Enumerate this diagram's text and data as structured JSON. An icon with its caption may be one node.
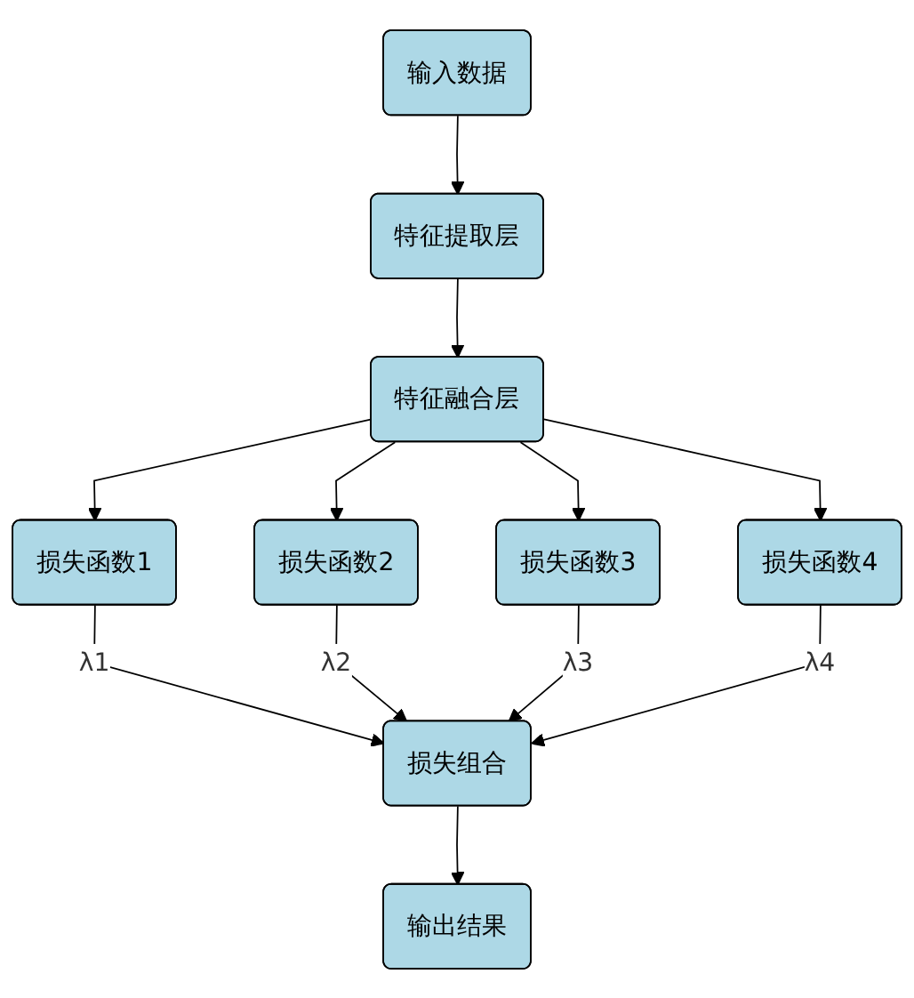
{
  "diagram": {
    "nodes": [
      {
        "text": [
          "输入数据"
        ]
      },
      {
        "text": [
          "特征提取层"
        ]
      },
      {
        "text": [
          "特征融合层"
        ]
      },
      {
        "text": [
          "损失函数1"
        ]
      },
      {
        "text": [
          "损失函数2"
        ]
      },
      {
        "text": [
          "损失函数3"
        ]
      },
      {
        "text": [
          "损失函数4"
        ]
      },
      {
        "text": [
          "损失组合"
        ]
      },
      {
        "text": [
          "输出结果"
        ]
      }
    ],
    "edges": [
      {
        "from": 0,
        "to": 1,
        "arrow": "to"
      },
      {
        "from": 1,
        "to": 2,
        "arrow": "to"
      },
      {
        "from": 2,
        "to": 3,
        "arrow": "to"
      },
      {
        "from": 2,
        "to": 4,
        "arrow": "to"
      },
      {
        "from": 2,
        "to": 5,
        "arrow": "to"
      },
      {
        "from": 2,
        "to": 6,
        "arrow": "to"
      },
      {
        "from": 3,
        "to": 7,
        "arrow": "to",
        "label": "λ1"
      },
      {
        "from": 4,
        "to": 7,
        "arrow": "to",
        "label": "λ2"
      },
      {
        "from": 5,
        "to": 7,
        "arrow": "to",
        "label": "λ3"
      },
      {
        "from": 6,
        "to": 7,
        "arrow": "to",
        "label": "λ4"
      },
      {
        "from": 7,
        "to": 8,
        "arrow": "to"
      }
    ]
  }
}
